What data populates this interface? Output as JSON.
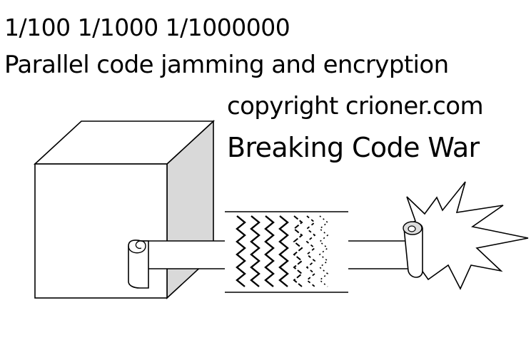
{
  "header": {
    "ratios": "1/100 1/1000 1/1000000",
    "subtitle": "Parallel code jamming and encryption",
    "copyright": "copyright crioner.com",
    "title": "Breaking Code War"
  },
  "colors": {
    "ink": "#000000",
    "paper": "#ffffff",
    "box_side_shade": "#d9d9d9"
  },
  "icons": [
    "cube-box",
    "scroll-tape",
    "zigzag-jamming-band",
    "starburst-explosion"
  ]
}
